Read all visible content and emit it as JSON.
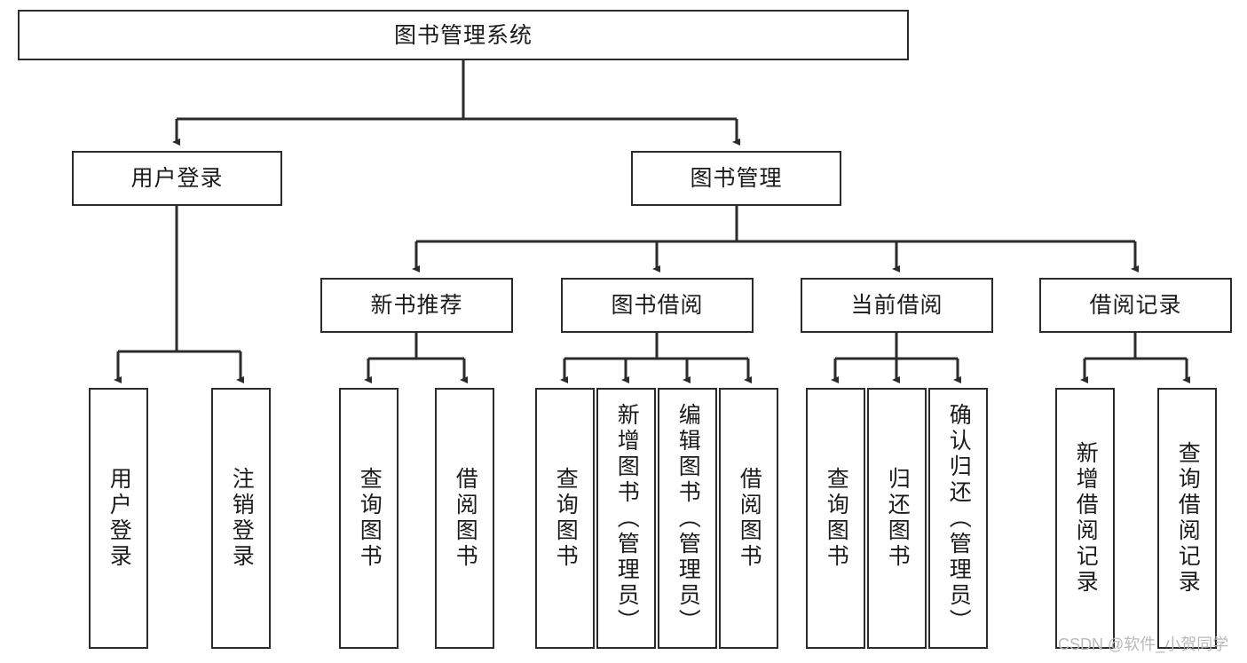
{
  "diagram": {
    "title": "图书管理系统",
    "type": "tree",
    "orientation": "top-down",
    "colors": {
      "box_border": "#2b2b2b",
      "box_fill": "#ffffff",
      "edge": "#2b2b2b",
      "text": "#1b1b1b",
      "watermark": "#b9b9b9",
      "background": "#ffffff"
    },
    "root": {
      "id": "root",
      "label": "图书管理系统"
    },
    "level2": [
      {
        "id": "user-login",
        "label": "用户登录"
      },
      {
        "id": "book-manage",
        "label": "图书管理"
      }
    ],
    "level3": [
      {
        "id": "new-book-recommend",
        "label": "新书推荐",
        "parent": "book-manage"
      },
      {
        "id": "book-borrow",
        "label": "图书借阅",
        "parent": "book-manage"
      },
      {
        "id": "current-borrow",
        "label": "当前借阅",
        "parent": "book-manage"
      },
      {
        "id": "borrow-record",
        "label": "借阅记录",
        "parent": "book-manage"
      }
    ],
    "leaves": [
      {
        "id": "leaf-user-login",
        "label": "用户登录",
        "parent": "user-login"
      },
      {
        "id": "leaf-user-logout",
        "label": "注销登录",
        "parent": "user-login"
      },
      {
        "id": "leaf-query-book-1",
        "label": "查询图书",
        "parent": "new-book-recommend"
      },
      {
        "id": "leaf-borrow-book-1",
        "label": "借阅图书",
        "parent": "new-book-recommend"
      },
      {
        "id": "leaf-query-book-2",
        "label": "查询图书",
        "parent": "book-borrow"
      },
      {
        "id": "leaf-add-book",
        "label": "新增图书（管理员）",
        "parent": "book-borrow"
      },
      {
        "id": "leaf-edit-book",
        "label": "编辑图书（管理员）",
        "parent": "book-borrow"
      },
      {
        "id": "leaf-borrow-book-2",
        "label": "借阅图书",
        "parent": "book-borrow"
      },
      {
        "id": "leaf-query-book-3",
        "label": "查询图书",
        "parent": "current-borrow"
      },
      {
        "id": "leaf-return-book",
        "label": "归还图书",
        "parent": "current-borrow"
      },
      {
        "id": "leaf-confirm-return",
        "label": "确认归还（管理员）",
        "parent": "current-borrow"
      },
      {
        "id": "leaf-add-record",
        "label": "新增借阅记录",
        "parent": "borrow-record"
      },
      {
        "id": "leaf-query-record",
        "label": "查询借阅记录",
        "parent": "borrow-record"
      }
    ],
    "watermark": "CSDN @软件_小贺同学"
  }
}
